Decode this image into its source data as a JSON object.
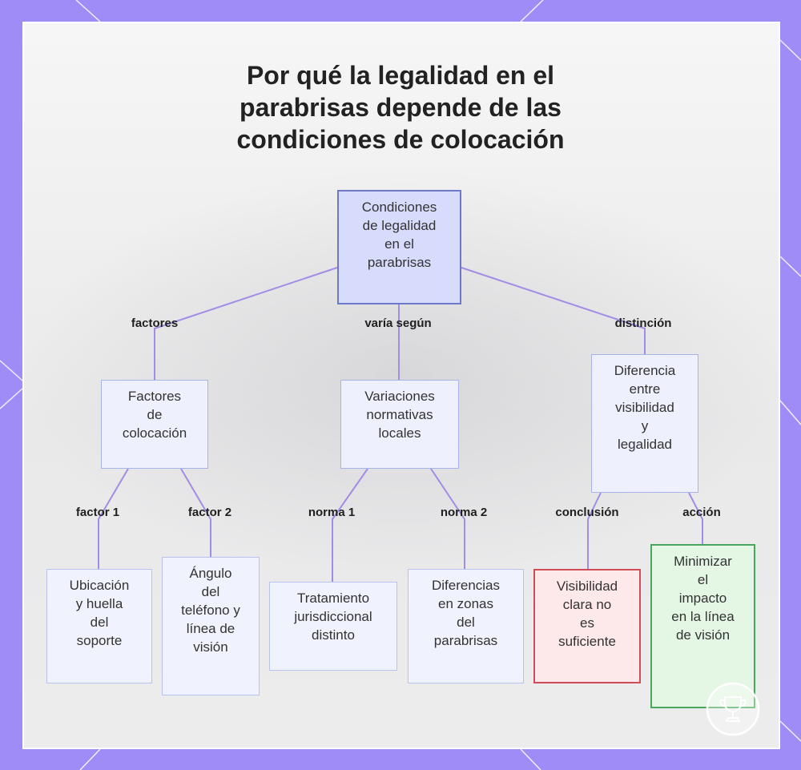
{
  "title": [
    "Por qué la legalidad en el",
    "parabrisas depende de las",
    "condiciones de colocación"
  ],
  "nodes": {
    "root": [
      "Condiciones",
      "de legalidad",
      "en el",
      "parabrisas"
    ],
    "factores": [
      "Factores",
      "de",
      "colocación"
    ],
    "variaciones": [
      "Variaciones",
      "normativas",
      "locales"
    ],
    "diferencia": [
      "Diferencia",
      "entre",
      "visibilidad",
      "y",
      "legalidad"
    ],
    "ubicacion": [
      "Ubicación",
      "y huella",
      "del",
      "soporte"
    ],
    "angulo": [
      "Ángulo",
      "del",
      "teléfono y",
      "línea de",
      "visión"
    ],
    "tratamiento": [
      "Tratamiento",
      "jurisdiccional",
      "distinto"
    ],
    "zonas": [
      "Diferencias",
      "en zonas",
      "del",
      "parabrisas"
    ],
    "visibilidad": [
      "Visibilidad",
      "clara no",
      "es",
      "suficiente"
    ],
    "minimizar": [
      "Minimizar",
      "el",
      "impacto",
      "en la línea",
      "de visión"
    ]
  },
  "edge_labels": {
    "factores": "factores",
    "varia": "varía según",
    "distincion": "distinción",
    "factor1": "factor 1",
    "factor2": "factor 2",
    "norma1": "norma 1",
    "norma2": "norma 2",
    "conclusion": "conclusión",
    "accion": "acción"
  },
  "colors": {
    "edge": "#a38ce6",
    "frame": "#a08cf6",
    "root_fill": "#d8dcfc",
    "root_border": "#6e78c8",
    "red_border": "#d04c58",
    "green_border": "#4aa65a"
  },
  "icons": {
    "watermark": "trophy-seal-icon"
  }
}
